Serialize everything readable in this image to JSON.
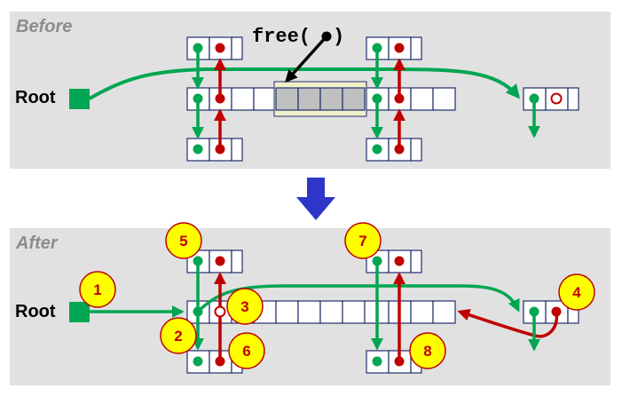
{
  "before": {
    "title": "Before",
    "root_label": "Root",
    "call_text": "free(",
    "call_close": ")"
  },
  "after": {
    "title": "After",
    "root_label": "Root"
  },
  "step_labels": [
    "1",
    "2",
    "3",
    "4",
    "5",
    "6",
    "7",
    "8"
  ],
  "colors": {
    "panel": "#e1e1e1",
    "cell_border": "#1f2d6e",
    "green": "#00a651",
    "red": "#c00000",
    "freed_block": "#c0c0c0",
    "freed_outline": "#f0f0c8",
    "down_arrow": "#2e35c8",
    "step_badge": "#ffff00"
  }
}
